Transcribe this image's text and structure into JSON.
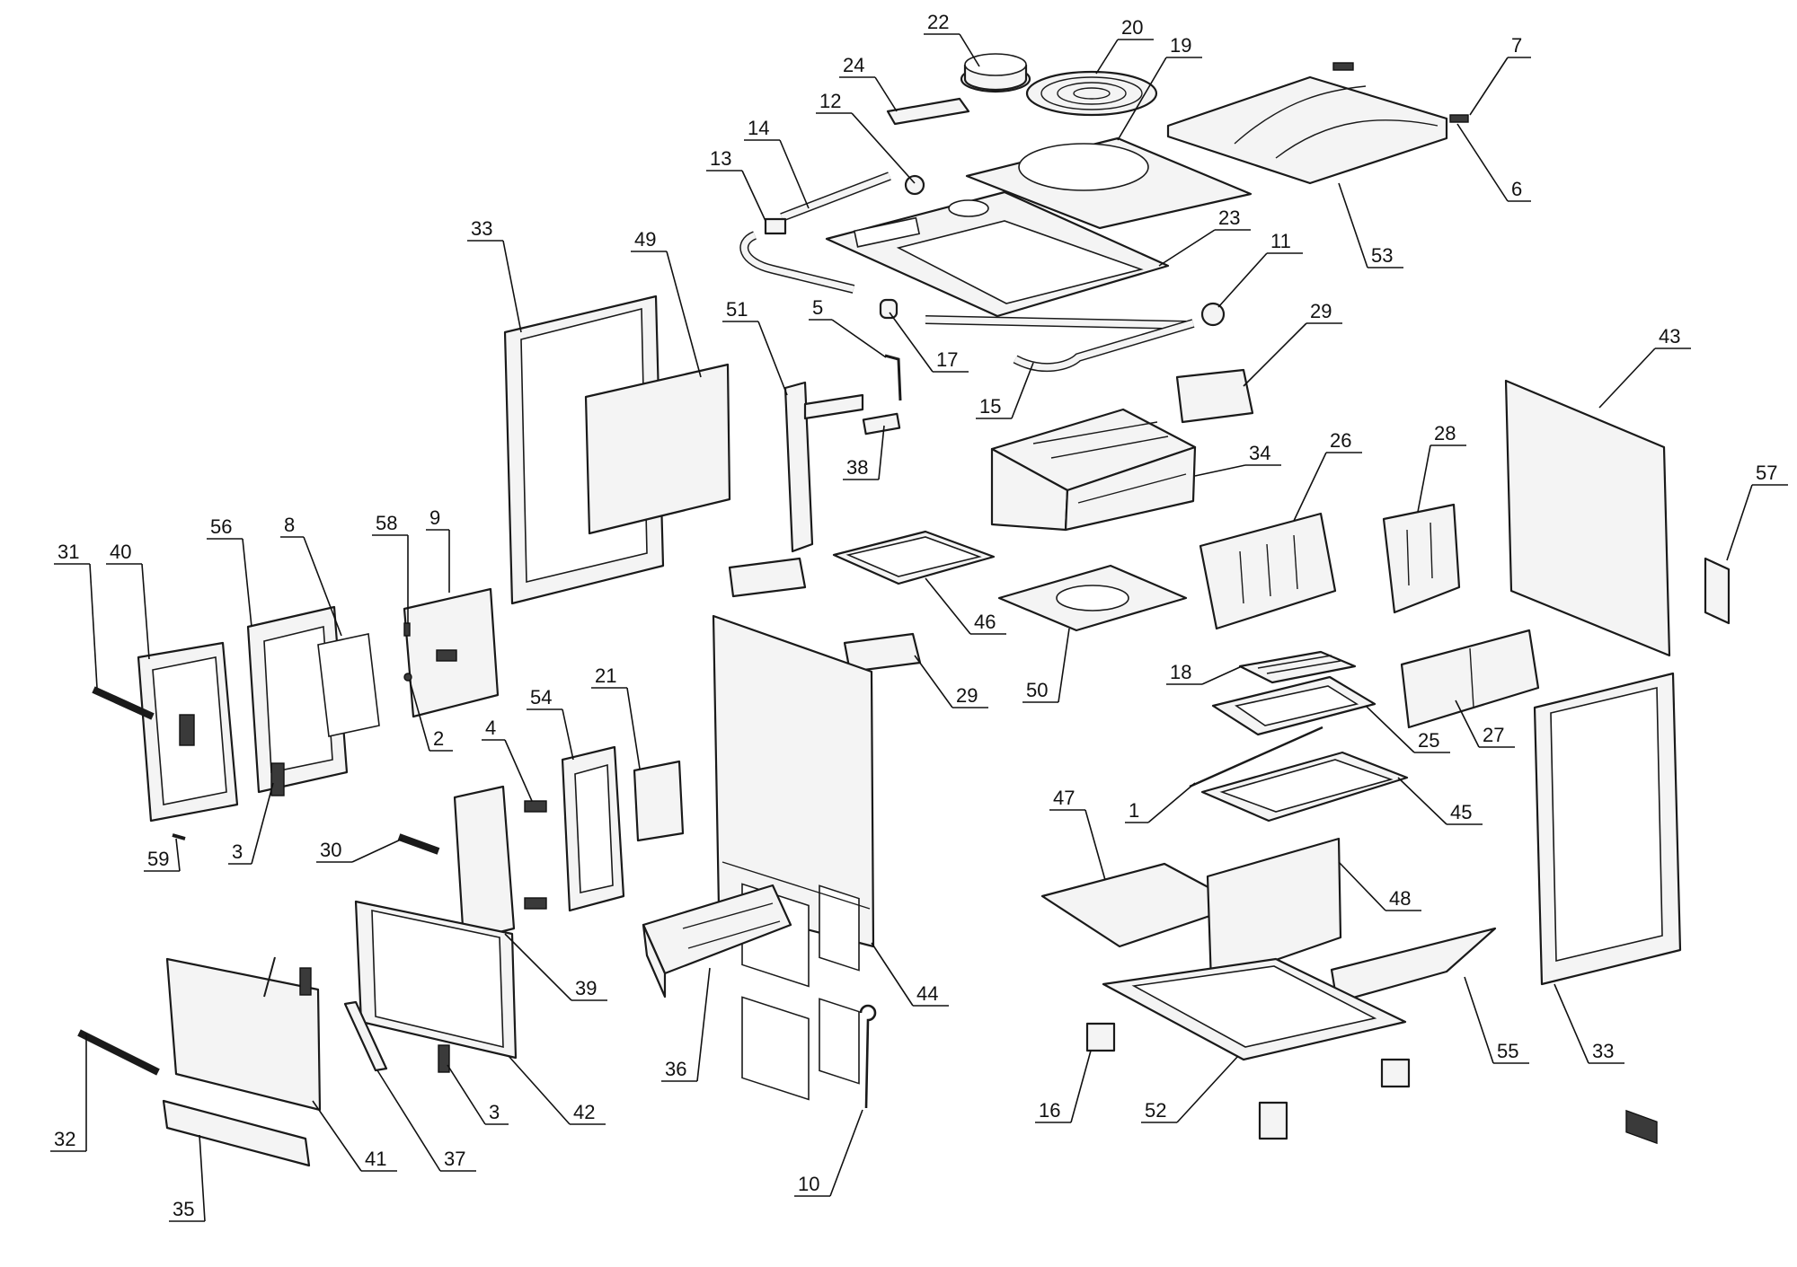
{
  "callouts": [
    {
      "id": "c1",
      "label": "1"
    },
    {
      "id": "c2",
      "label": "2"
    },
    {
      "id": "c3a",
      "label": "3"
    },
    {
      "id": "c3b",
      "label": "3"
    },
    {
      "id": "c4",
      "label": "4"
    },
    {
      "id": "c5",
      "label": "5"
    },
    {
      "id": "c6",
      "label": "6"
    },
    {
      "id": "c7",
      "label": "7"
    },
    {
      "id": "c8",
      "label": "8"
    },
    {
      "id": "c9",
      "label": "9"
    },
    {
      "id": "c10",
      "label": "10"
    },
    {
      "id": "c11",
      "label": "11"
    },
    {
      "id": "c12",
      "label": "12"
    },
    {
      "id": "c13",
      "label": "13"
    },
    {
      "id": "c14",
      "label": "14"
    },
    {
      "id": "c15",
      "label": "15"
    },
    {
      "id": "c16",
      "label": "16"
    },
    {
      "id": "c17",
      "label": "17"
    },
    {
      "id": "c18",
      "label": "18"
    },
    {
      "id": "c19",
      "label": "19"
    },
    {
      "id": "c20",
      "label": "20"
    },
    {
      "id": "c21",
      "label": "21"
    },
    {
      "id": "c22",
      "label": "22"
    },
    {
      "id": "c23",
      "label": "23"
    },
    {
      "id": "c24",
      "label": "24"
    },
    {
      "id": "c25",
      "label": "25"
    },
    {
      "id": "c26",
      "label": "26"
    },
    {
      "id": "c27",
      "label": "27"
    },
    {
      "id": "c28",
      "label": "28"
    },
    {
      "id": "c29a",
      "label": "29"
    },
    {
      "id": "c29b",
      "label": "29"
    },
    {
      "id": "c30",
      "label": "30"
    },
    {
      "id": "c31",
      "label": "31"
    },
    {
      "id": "c32",
      "label": "32"
    },
    {
      "id": "c33a",
      "label": "33"
    },
    {
      "id": "c33b",
      "label": "33"
    },
    {
      "id": "c34",
      "label": "34"
    },
    {
      "id": "c35",
      "label": "35"
    },
    {
      "id": "c36",
      "label": "36"
    },
    {
      "id": "c37",
      "label": "37"
    },
    {
      "id": "c38",
      "label": "38"
    },
    {
      "id": "c39",
      "label": "39"
    },
    {
      "id": "c40",
      "label": "40"
    },
    {
      "id": "c41",
      "label": "41"
    },
    {
      "id": "c42",
      "label": "42"
    },
    {
      "id": "c43",
      "label": "43"
    },
    {
      "id": "c44",
      "label": "44"
    },
    {
      "id": "c45",
      "label": "45"
    },
    {
      "id": "c46",
      "label": "46"
    },
    {
      "id": "c47",
      "label": "47"
    },
    {
      "id": "c48",
      "label": "48"
    },
    {
      "id": "c49",
      "label": "49"
    },
    {
      "id": "c50",
      "label": "50"
    },
    {
      "id": "c51",
      "label": "51"
    },
    {
      "id": "c52",
      "label": "52"
    },
    {
      "id": "c53",
      "label": "53"
    },
    {
      "id": "c54",
      "label": "54"
    },
    {
      "id": "c55",
      "label": "55"
    },
    {
      "id": "c56",
      "label": "56"
    },
    {
      "id": "c57",
      "label": "57"
    },
    {
      "id": "c58",
      "label": "58"
    },
    {
      "id": "c59",
      "label": "59"
    }
  ]
}
